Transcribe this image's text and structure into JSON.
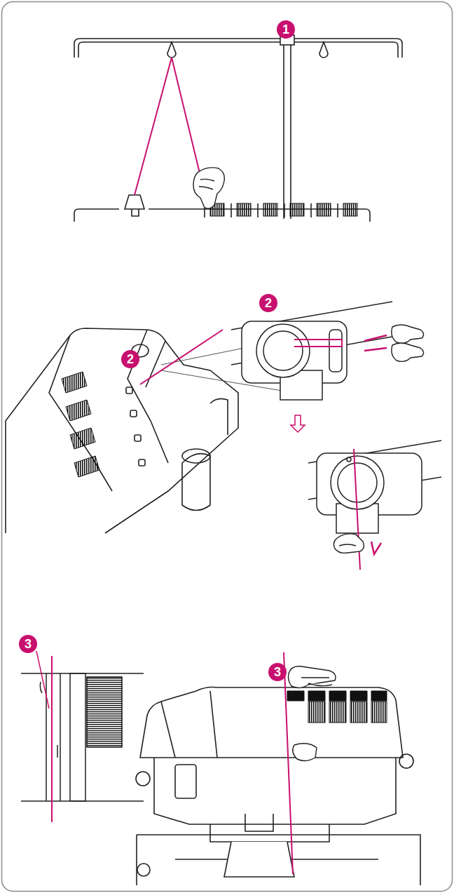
{
  "diagram": {
    "labels": [
      "1",
      "2",
      "2",
      "3",
      "3"
    ]
  }
}
